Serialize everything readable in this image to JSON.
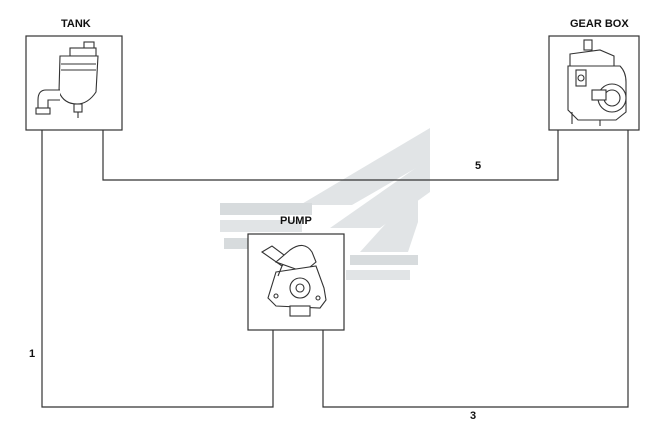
{
  "components": {
    "tank": {
      "label": "TANK"
    },
    "gear_box": {
      "label": "GEAR BOX"
    },
    "pump": {
      "label": "PUMP"
    }
  },
  "lines": {
    "line_1": {
      "label": "1"
    },
    "line_3": {
      "label": "3"
    },
    "line_5": {
      "label": "5"
    }
  },
  "colors": {
    "line": "#333333",
    "watermark": "#c9cfd3",
    "watermark_dark": "#b7bec3"
  }
}
